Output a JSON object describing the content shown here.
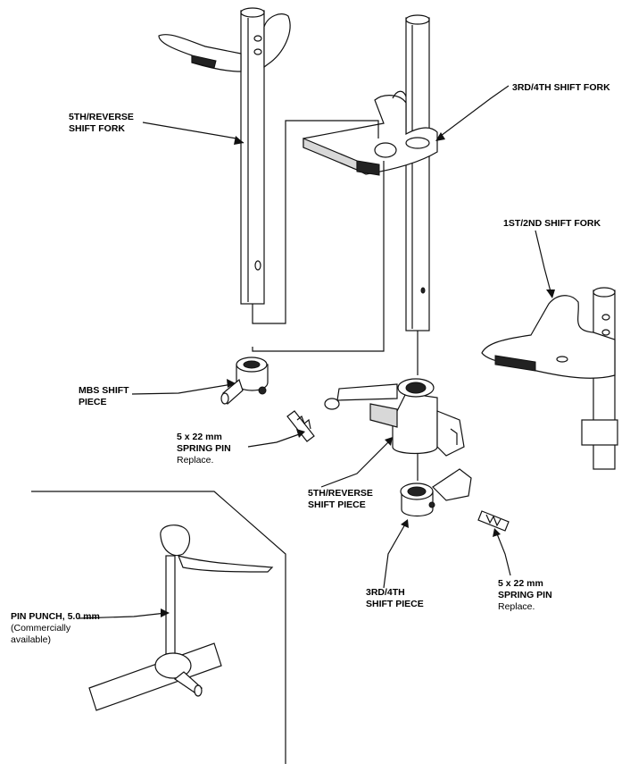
{
  "labels": {
    "fork_5th_reverse": [
      "5TH/REVERSE",
      "SHIFT FORK"
    ],
    "fork_3rd_4th": [
      "3RD/4TH SHIFT FORK"
    ],
    "fork_1st_2nd": [
      "1ST/2ND SHIFT FORK"
    ],
    "mbs_piece": [
      "MBS SHIFT",
      "PIECE"
    ],
    "spring_pin_1": [
      "5 x 22 mm",
      "SPRING PIN"
    ],
    "spring_pin_1_note": "Replace.",
    "piece_5th_reverse": [
      "5TH/REVERSE",
      "SHIFT PIECE"
    ],
    "piece_3rd_4th": [
      "3RD/4TH",
      "SHIFT PIECE"
    ],
    "spring_pin_2": [
      "5 x 22 mm",
      "SPRING PIN"
    ],
    "spring_pin_2_note": "Replace.",
    "pin_punch": "PIN PUNCH, 5.0 mm",
    "pin_punch_note": [
      "(Commercially",
      "available)"
    ]
  }
}
